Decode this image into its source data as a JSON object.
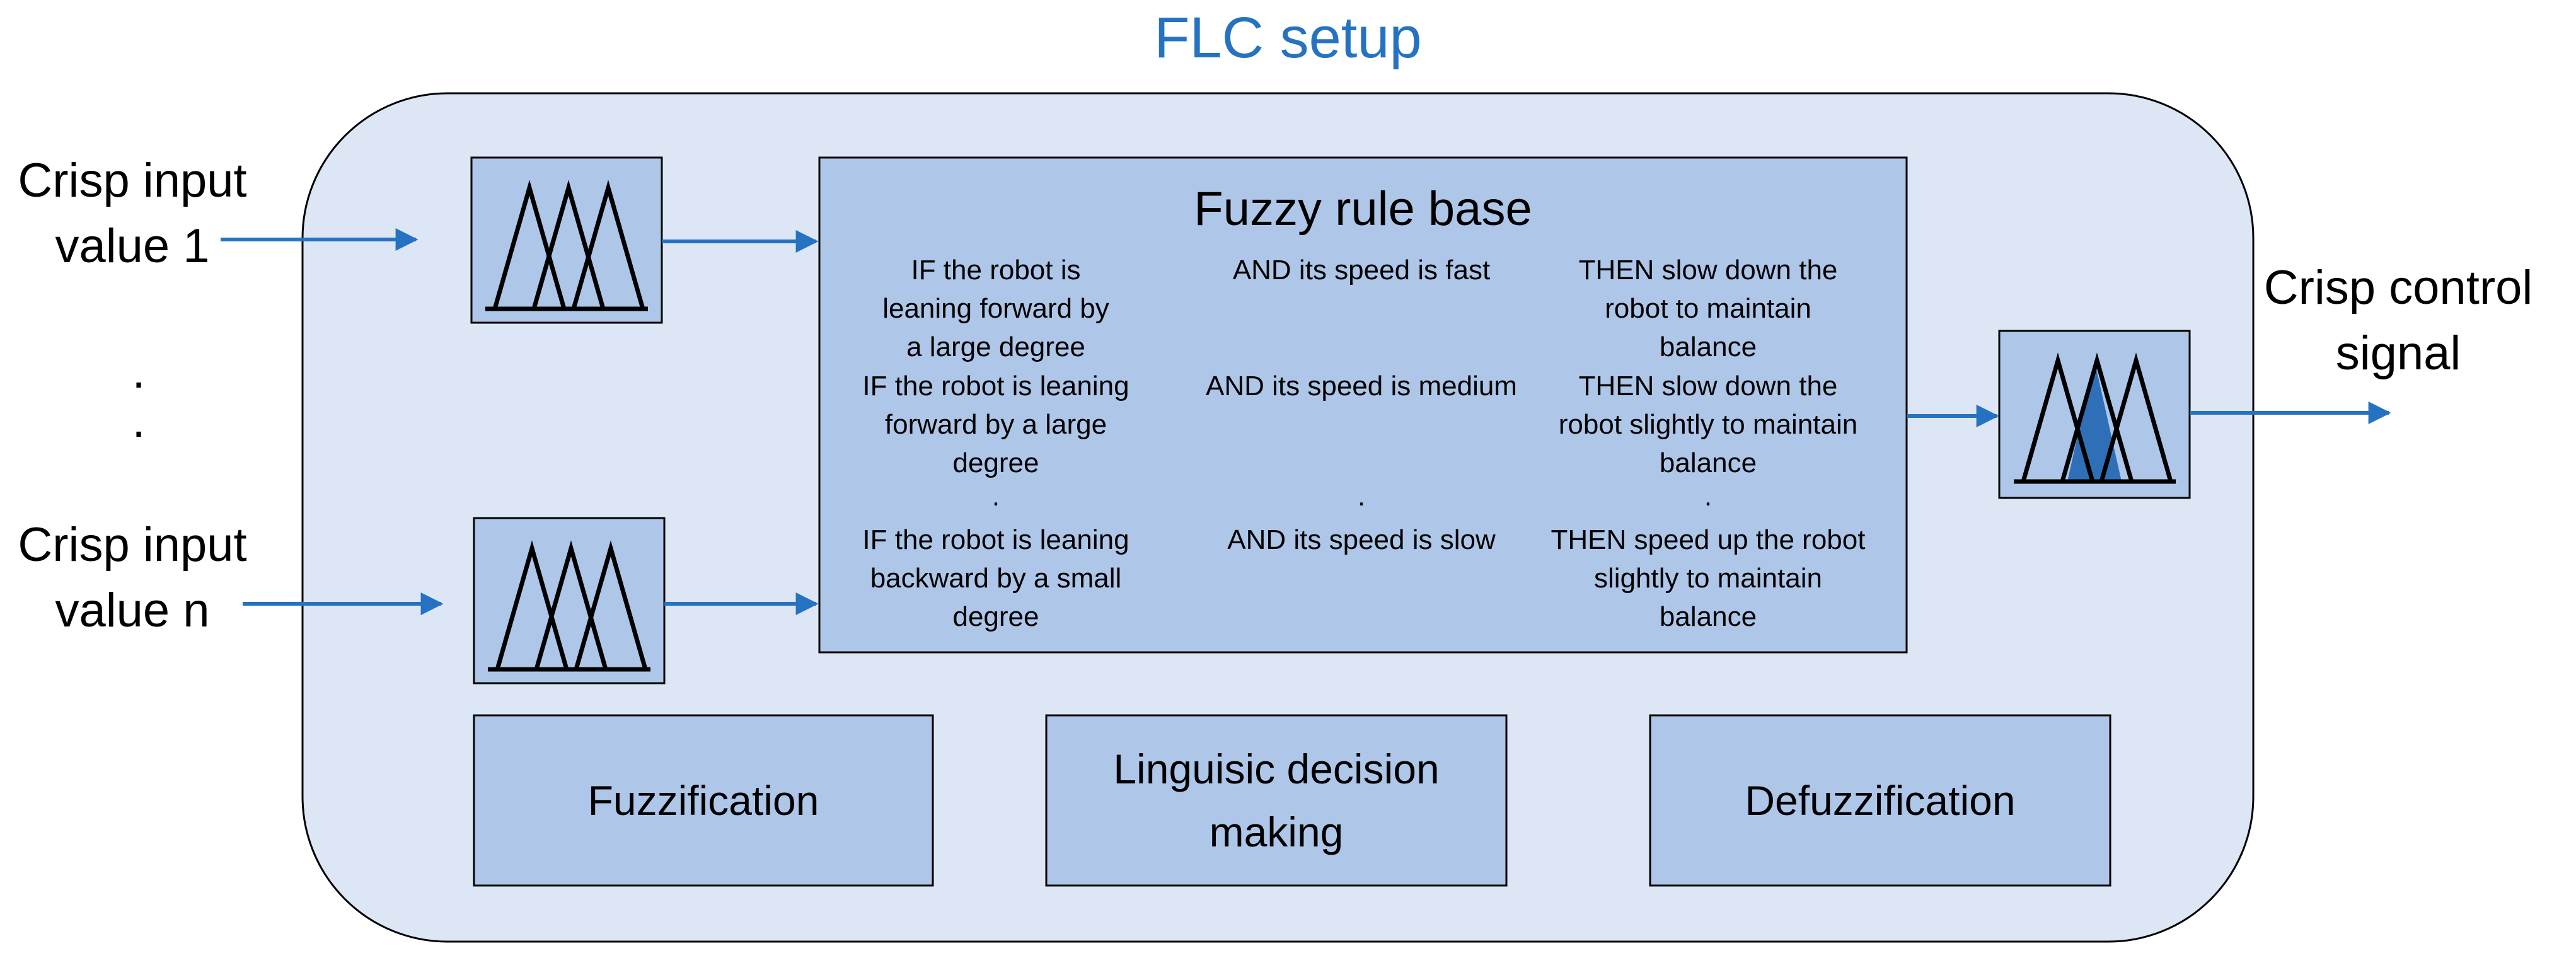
{
  "title": "FLC setup",
  "inputs": {
    "input1": [
      "Crisp input",
      "value 1"
    ],
    "dots": [
      ".",
      "."
    ],
    "inputn": [
      "Crisp input",
      "value n"
    ]
  },
  "output": [
    "Crisp control",
    "signal"
  ],
  "rule_base": {
    "title": "Fuzzy rule base",
    "rows": [
      {
        "if": [
          "IF the robot is",
          "leaning forward by",
          "a large degree"
        ],
        "and": [
          "AND its speed is fast"
        ],
        "then": [
          "THEN slow down the",
          "robot to maintain",
          "balance"
        ]
      },
      {
        "if": [
          "IF the robot is leaning",
          "forward by a large",
          "degree"
        ],
        "and": [
          "AND its speed is medium"
        ],
        "then": [
          "THEN slow down the",
          "robot slightly to maintain",
          "balance"
        ]
      },
      {
        "if": [
          "."
        ],
        "and": [
          "."
        ],
        "then": [
          "."
        ]
      },
      {
        "if": [
          "IF the robot is leaning",
          "backward by a small",
          "degree"
        ],
        "and": [
          "AND its speed is slow"
        ],
        "then": [
          "THEN speed up the robot",
          "slightly to maintain",
          "balance"
        ]
      }
    ]
  },
  "stages": {
    "fuzzification": "Fuzzification",
    "decision": [
      "Linguisic decision",
      "making"
    ],
    "defuzzification": "Defuzzification"
  },
  "colors": {
    "title": "#2672c2",
    "arrow": "#2672c2",
    "outer_box_fill": "#dce6f4",
    "inner_box_fill": "#aec6e8",
    "stroke": "#000000",
    "output_fill": "#2f6fb8"
  },
  "icons": {
    "input_mf": "membership-functions-icon",
    "output_mf": "output-membership-functions-icon"
  }
}
